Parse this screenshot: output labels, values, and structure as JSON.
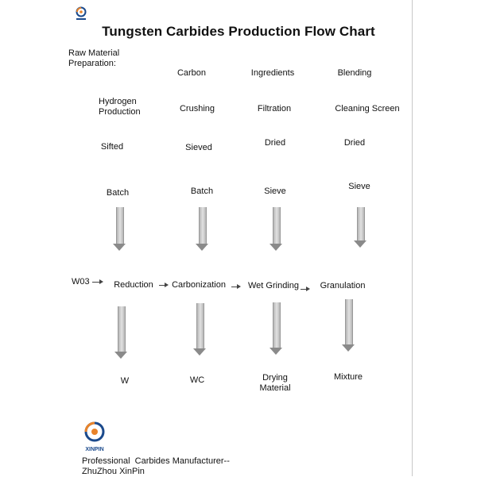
{
  "title": "Tungsten Carbides Production Flow Chart",
  "raw_material": {
    "label_line1": "Raw Material",
    "label_line2": "Preparation:"
  },
  "columns": {
    "col1": {
      "step2_line1": "Hydrogen",
      "step2_line2": "Production",
      "step3": "Sifted",
      "step4": "Batch"
    },
    "col2": {
      "step1": "Carbon",
      "step2": "Crushing",
      "step3": "Sieved",
      "step4": "Batch"
    },
    "col3": {
      "step1": "Ingredients",
      "step2": "Filtration",
      "step3": "Dried",
      "step4": "Sieve"
    },
    "col4": {
      "step1": "Blending",
      "step2": "Cleaning Screen",
      "step3": "Dried",
      "step4": "Sieve"
    }
  },
  "process": {
    "input": "W03",
    "steps": [
      "Reduction",
      "Carbonization",
      "Wet Grinding",
      "Granulation"
    ]
  },
  "outputs": {
    "out1": "W",
    "out2": "WC",
    "out3_line1": "Drying",
    "out3_line2": "Material",
    "out4": "Mixture"
  },
  "logo": {
    "text": "XINPIN"
  },
  "footer": {
    "line1": "Professional  Carbides Manufacturer--",
    "line2": "ZhuZhou XinPin"
  },
  "colors": {
    "logo_blue": "#1b4a8c",
    "logo_orange": "#e8832a",
    "arrow_gray": "#a8a8a8"
  }
}
